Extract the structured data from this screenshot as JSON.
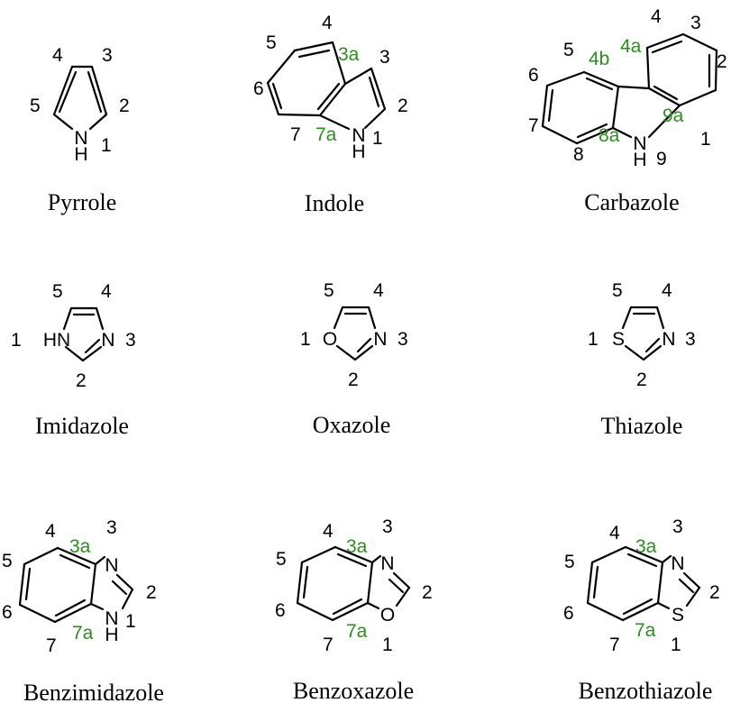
{
  "colors": {
    "bond": "#000000",
    "locant": "#000000",
    "fusion_locant": "#2e8b22"
  },
  "molecules": [
    {
      "id": "pyrrole",
      "name": "Pyrrole",
      "atoms": [
        "N",
        "H"
      ],
      "locants": [
        "1",
        "2",
        "3",
        "4",
        "5"
      ],
      "fusion_locants": []
    },
    {
      "id": "indole",
      "name": "Indole",
      "atoms": [
        "N",
        "H"
      ],
      "locants": [
        "1",
        "2",
        "3",
        "4",
        "5",
        "6",
        "7"
      ],
      "fusion_locants": [
        "3a",
        "7a"
      ]
    },
    {
      "id": "carbazole",
      "name": "Carbazole",
      "atoms": [
        "N",
        "H"
      ],
      "locants": [
        "1",
        "2",
        "3",
        "4",
        "5",
        "6",
        "7",
        "8",
        "9"
      ],
      "fusion_locants": [
        "4a",
        "4b",
        "8a",
        "9a"
      ]
    },
    {
      "id": "imidazole",
      "name": "Imidazole",
      "atoms": [
        "HN",
        "N"
      ],
      "locants": [
        "1",
        "2",
        "3",
        "4",
        "5"
      ],
      "fusion_locants": []
    },
    {
      "id": "oxazole",
      "name": "Oxazole",
      "atoms": [
        "O",
        "N"
      ],
      "locants": [
        "1",
        "2",
        "3",
        "4",
        "5"
      ],
      "fusion_locants": []
    },
    {
      "id": "thiazole",
      "name": "Thiazole",
      "atoms": [
        "S",
        "N"
      ],
      "locants": [
        "1",
        "2",
        "3",
        "4",
        "5"
      ],
      "fusion_locants": []
    },
    {
      "id": "benzimidazole",
      "name": "Benzimidazole",
      "atoms": [
        "N",
        "N",
        "H"
      ],
      "locants": [
        "1",
        "2",
        "3",
        "4",
        "5",
        "6",
        "7"
      ],
      "fusion_locants": [
        "3a",
        "7a"
      ]
    },
    {
      "id": "benzoxazole",
      "name": "Benzoxazole",
      "atoms": [
        "N",
        "O"
      ],
      "locants": [
        "1",
        "2",
        "3",
        "4",
        "5",
        "6",
        "7"
      ],
      "fusion_locants": [
        "3a",
        "7a"
      ]
    },
    {
      "id": "benzothiazole",
      "name": "Benzothiazole",
      "atoms": [
        "N",
        "S"
      ],
      "locants": [
        "1",
        "2",
        "3",
        "4",
        "5",
        "6",
        "7"
      ],
      "fusion_locants": [
        "3a",
        "7a"
      ]
    }
  ]
}
